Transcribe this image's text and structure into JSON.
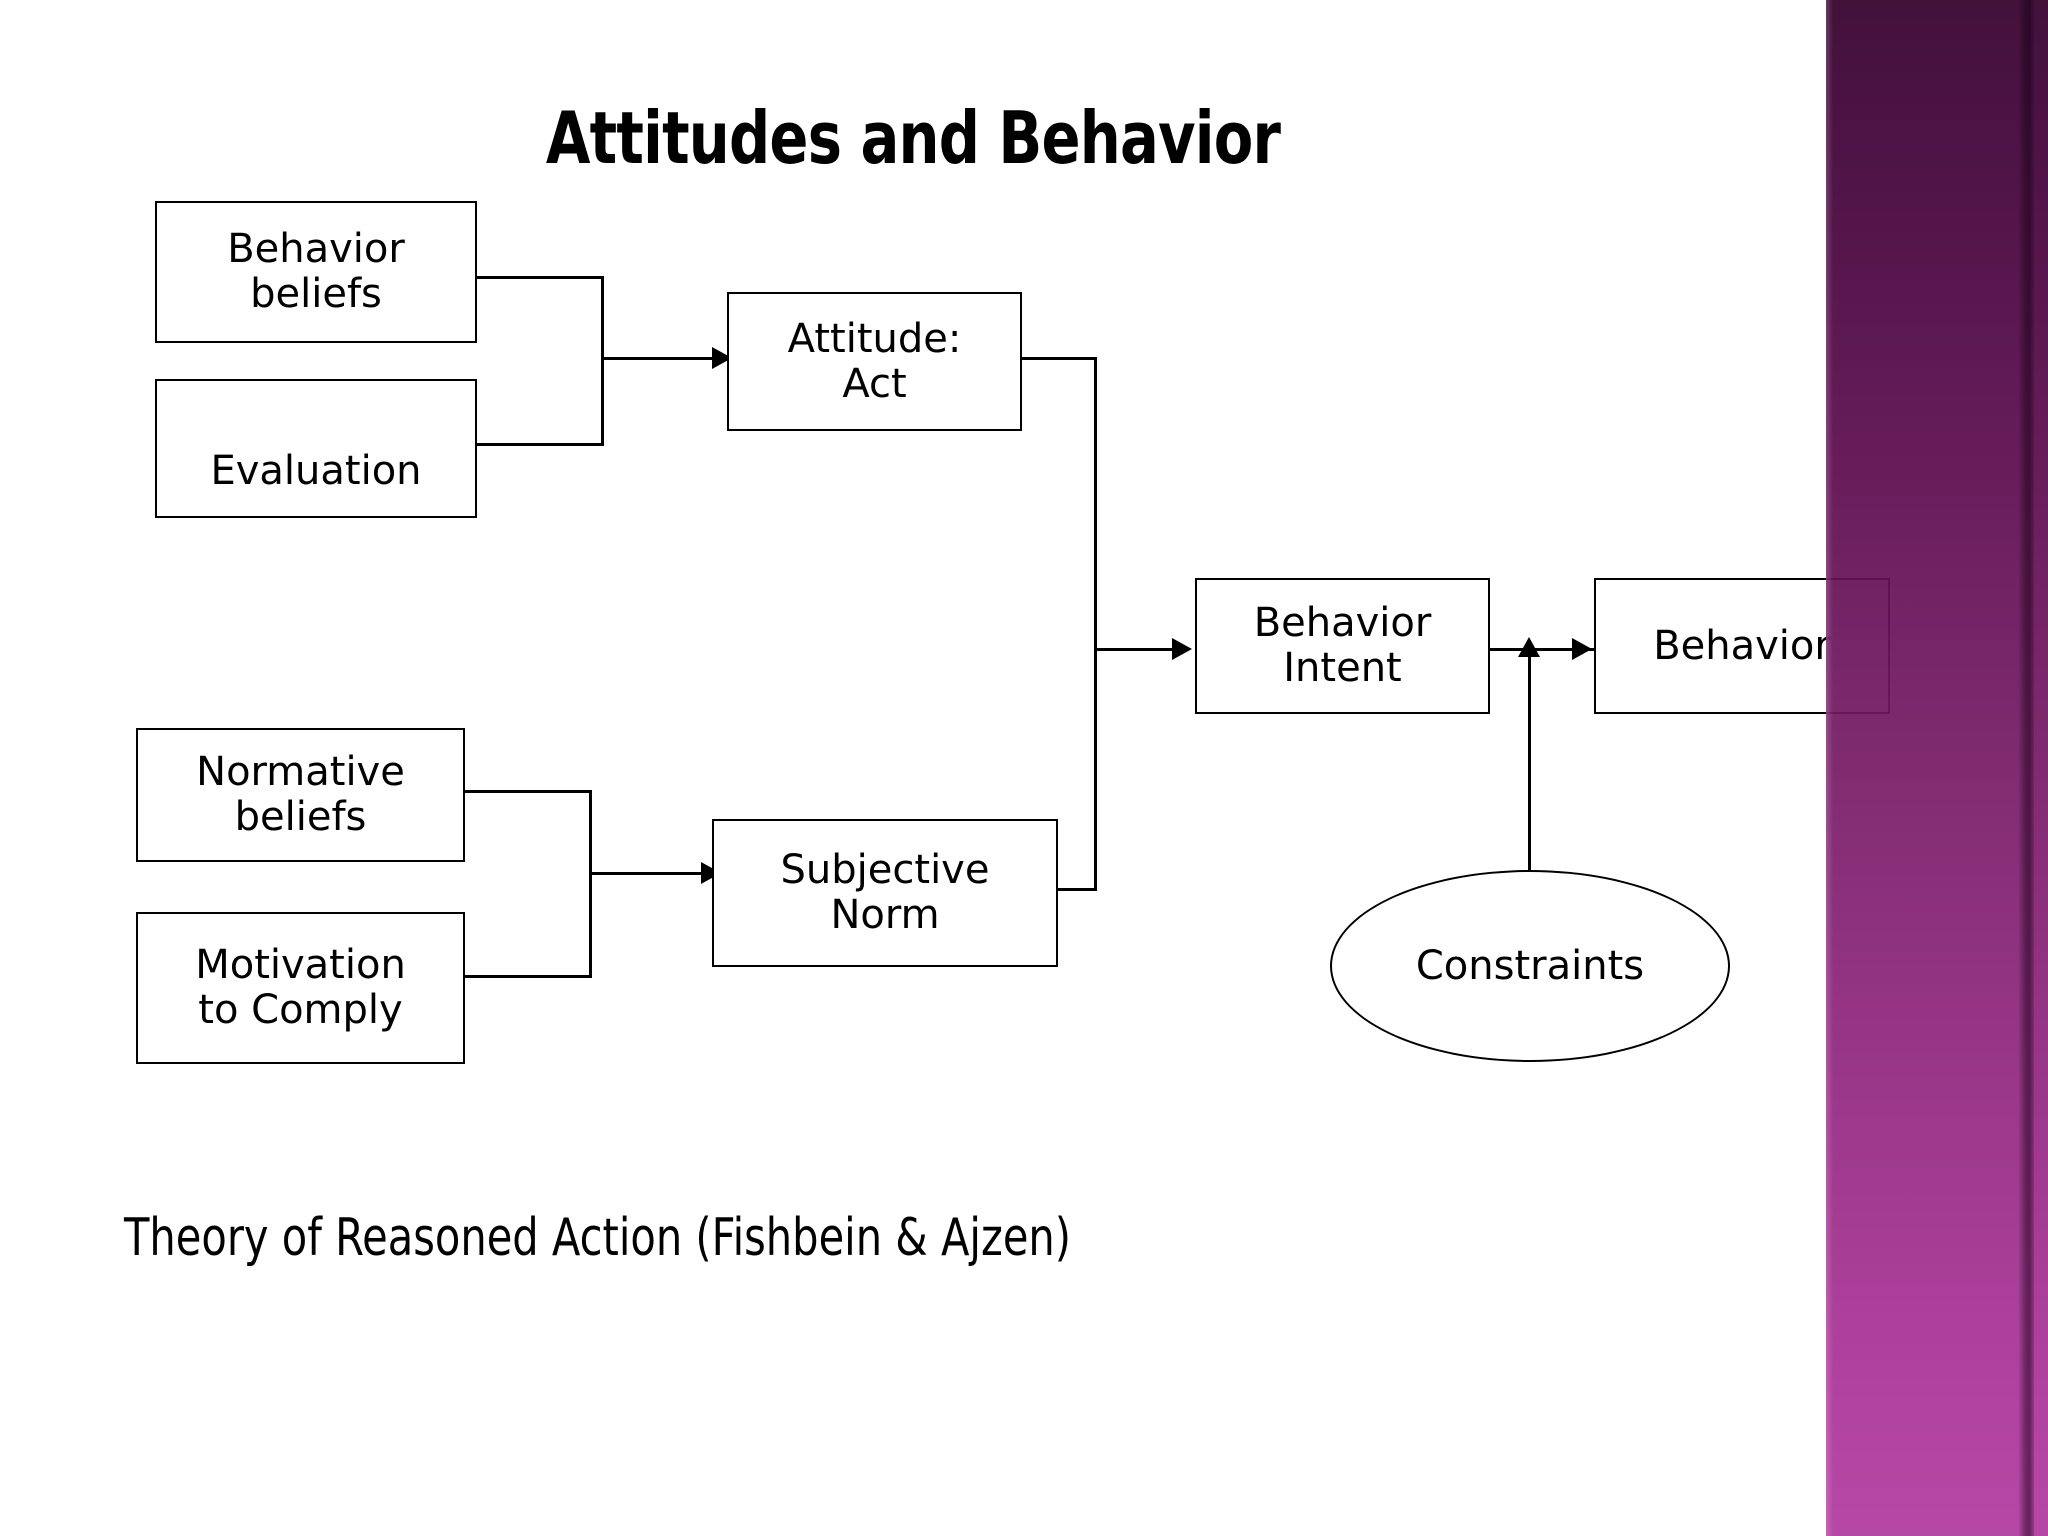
{
  "slide": {
    "title": "Attitudes and Behavior",
    "caption": "Theory of Reasoned Action (Fishbein & Ajzen)",
    "background_color": "#ffffff",
    "accent_color": "#8a2478"
  },
  "decoration": {
    "band_name": "purple-gradient-band",
    "gradient_top_color": "#33002c",
    "gradient_bottom_color": "#b13a9e"
  },
  "diagram": {
    "type": "flowchart",
    "nodes": [
      {
        "id": "behavior-beliefs",
        "label": "Behavior\nbeliefs",
        "shape": "rect"
      },
      {
        "id": "evaluation",
        "label": "Evaluation",
        "shape": "rect"
      },
      {
        "id": "attitude-act",
        "label": "Attitude:\nAct",
        "shape": "rect"
      },
      {
        "id": "normative-beliefs",
        "label": "Normative\nbeliefs",
        "shape": "rect"
      },
      {
        "id": "motivation-comply",
        "label": "Motivation\nto Comply",
        "shape": "rect"
      },
      {
        "id": "subjective-norm",
        "label": "Subjective\nNorm",
        "shape": "rect"
      },
      {
        "id": "behavior-intent",
        "label": "Behavior\nIntent",
        "shape": "rect"
      },
      {
        "id": "behavior",
        "label": "Behavior",
        "shape": "rect"
      },
      {
        "id": "constraints",
        "label": "Constraints",
        "shape": "ellipse"
      }
    ],
    "edges": [
      {
        "from": "behavior-beliefs",
        "to": "attitude-act",
        "style": "elbow-merge"
      },
      {
        "from": "evaluation",
        "to": "attitude-act",
        "style": "elbow-merge"
      },
      {
        "from": "normative-beliefs",
        "to": "subjective-norm",
        "style": "elbow-merge"
      },
      {
        "from": "motivation-comply",
        "to": "subjective-norm",
        "style": "elbow-merge"
      },
      {
        "from": "attitude-act",
        "to": "behavior-intent",
        "style": "elbow-merge"
      },
      {
        "from": "subjective-norm",
        "to": "behavior-intent",
        "style": "elbow-merge"
      },
      {
        "from": "behavior-intent",
        "to": "behavior",
        "style": "arrow"
      },
      {
        "from": "constraints",
        "to": "behavior",
        "style": "arrow-up"
      }
    ]
  },
  "node_labels": {
    "behavior_beliefs_line1": "Behavior",
    "behavior_beliefs_line2": "beliefs",
    "evaluation": "Evaluation",
    "attitude_line1": "Attitude:",
    "attitude_line2": "Act",
    "normative_line1": "Normative",
    "normative_line2": "beliefs",
    "motivation_line1": "Motivation",
    "motivation_line2": "to Comply",
    "subjective_line1": "Subjective",
    "subjective_line2": "Norm",
    "intent_line1": "Behavior",
    "intent_line2": "Intent",
    "behavior": "Behavior",
    "constraints": "Constraints"
  }
}
